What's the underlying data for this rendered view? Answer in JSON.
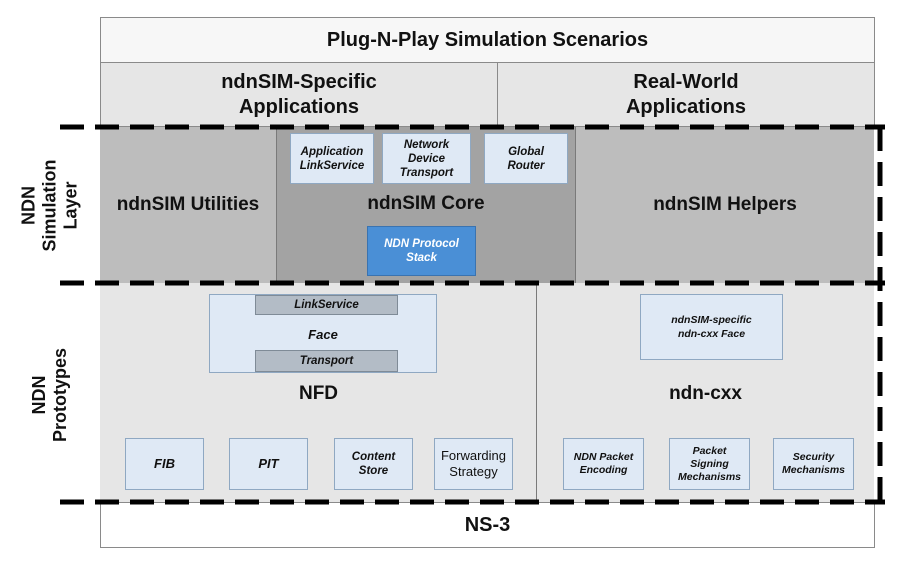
{
  "top_banner": {
    "title": "Plug-N-Play Simulation Scenarios"
  },
  "applications": {
    "left": [
      "ndnSIM-Specific",
      "Applications"
    ],
    "right": [
      "Real-World",
      "Applications"
    ]
  },
  "side_labels": {
    "simulation_layer": [
      "NDN",
      "Simulation",
      "Layer"
    ],
    "prototypes": [
      "NDN",
      "Prototypes"
    ]
  },
  "simulation_layer": {
    "utilities": "ndnSIM Utilities",
    "core": "ndnSIM Core",
    "helpers": "ndnSIM Helpers",
    "core_boxes": {
      "app_linkservice": [
        "Application",
        "LinkService"
      ],
      "net_device_transport": [
        "Network",
        "Device",
        "Transport"
      ],
      "global_router": [
        "Global",
        "Router"
      ],
      "protocol_stack": [
        "NDN Protocol",
        "Stack"
      ]
    }
  },
  "nfd": {
    "title": "NFD",
    "face": "Face",
    "linkservice": "LinkService",
    "transport": "Transport",
    "components": {
      "fib": "FIB",
      "pit": "PIT",
      "content_store": [
        "Content",
        "Store"
      ],
      "forwarding_strategy": [
        "Forwarding",
        "Strategy"
      ]
    }
  },
  "ndn_cxx": {
    "title": "ndn-cxx",
    "face": [
      "ndnSIM-specific",
      "ndn-cxx Face"
    ],
    "components": {
      "packet_encoding": [
        "NDN Packet",
        "Encoding"
      ],
      "packet_signing": [
        "Packet",
        "Signing",
        "Mechanisms"
      ],
      "security": [
        "Security",
        "Mechanisms"
      ]
    }
  },
  "bottom_banner": {
    "title": "NS-3"
  },
  "colors": {
    "light_gray": "#e6e6e6",
    "mid_gray": "#bdbdbd",
    "dark_gray": "#a3a3a3",
    "box_fill": "#dfe9f5",
    "protocol_stack": "#4a8fd6",
    "inner_bar": "#b3bcc6"
  }
}
